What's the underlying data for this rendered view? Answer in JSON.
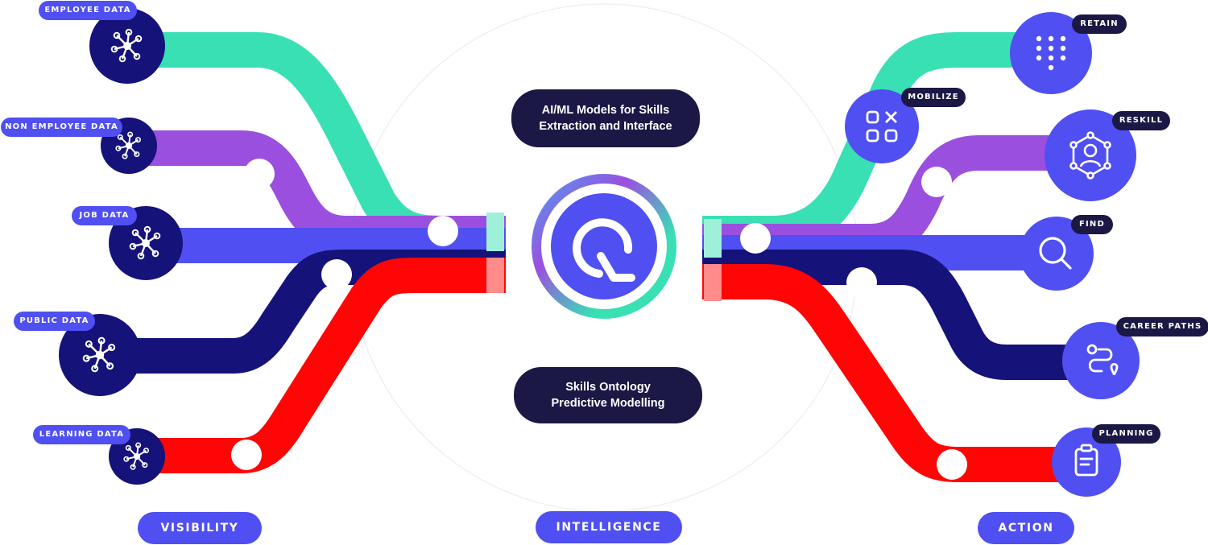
{
  "colors": {
    "teal": "#38e0b4",
    "purple": "#9b4fdf",
    "blue": "#4f4ff2",
    "navy": "#15127a",
    "red": "#ff0505",
    "dark": "#1b1845"
  },
  "sources": [
    {
      "label": "EMPLOYEE DATA",
      "icon": "network-icon"
    },
    {
      "label": "NON EMPLOYEE DATA",
      "icon": "network-icon"
    },
    {
      "label": "JOB DATA",
      "icon": "network-icon"
    },
    {
      "label": "PUBLIC DATA",
      "icon": "network-icon"
    },
    {
      "label": "LEARNING DATA",
      "icon": "network-icon"
    }
  ],
  "actions": [
    {
      "label": "RETAIN",
      "icon": "dot-grid-icon"
    },
    {
      "label": "MOBILIZE",
      "icon": "apps-grid-icon"
    },
    {
      "label": "RESKILL",
      "icon": "user-network-icon"
    },
    {
      "label": "FIND",
      "icon": "search-icon"
    },
    {
      "label": "CAREER PATHS",
      "icon": "route-icon"
    },
    {
      "label": "PLANNING",
      "icon": "clipboard-icon"
    }
  ],
  "center": {
    "top_line1": "AI/ML Models for Skills",
    "top_line2": "Extraction and Interface",
    "bottom_line1": "Skills Ontology",
    "bottom_line2": "Predictive Modelling",
    "logo_icon": "q-logo-icon"
  },
  "stages": {
    "visibility": "VISIBILITY",
    "intelligence": "INTELLIGENCE",
    "action": "ACTION"
  }
}
